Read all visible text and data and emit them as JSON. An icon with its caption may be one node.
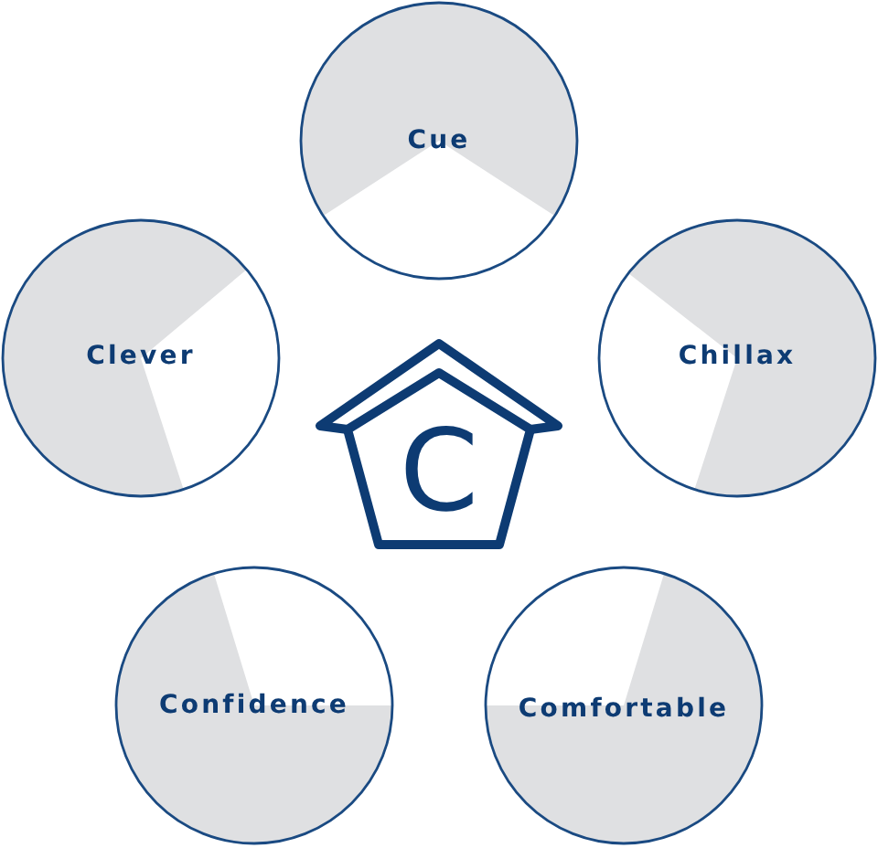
{
  "diagram": {
    "nodes": [
      {
        "text": [
          "Cue"
        ]
      },
      {
        "text": [
          "Clever"
        ]
      },
      {
        "text": [
          "Chillax"
        ]
      },
      {
        "text": [
          "C"
        ]
      },
      {
        "text": [
          "Confidence"
        ]
      },
      {
        "text": [
          "Comfortable"
        ]
      }
    ]
  }
}
